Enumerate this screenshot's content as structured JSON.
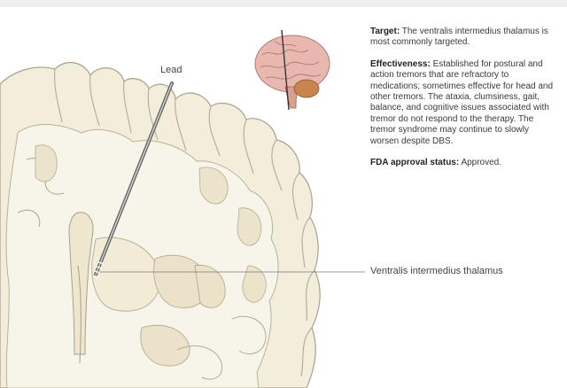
{
  "labels": {
    "lead": "Lead",
    "target_structure": "Ventralis intermedius thalamus"
  },
  "info": {
    "target": {
      "heading": "Target:",
      "text": "The ventralis intermedius thalamus is most commonly targeted."
    },
    "effectiveness": {
      "heading": "Effectiveness:",
      "text": "Established for postural and action tremors that are refractory to medications; sometimes effective for head and other tremors. The ataxia, clumsiness, gait, balance, and cognitive issues associated with tremor do not respond to the therapy. The tremor syndrome may continue to slowly worsen despite DBS."
    },
    "fda": {
      "heading": "FDA approval status:",
      "text": "Approved."
    }
  },
  "colors": {
    "tissue": "#f5f0e1",
    "white_matter": "#f7f4ea",
    "gray_matter_fold": "#ebe2c9",
    "outline": "#a8a08a",
    "lead": "#6b6b6b",
    "brain_pink": "#e8b8b0",
    "cerebellum": "#c8844d"
  }
}
